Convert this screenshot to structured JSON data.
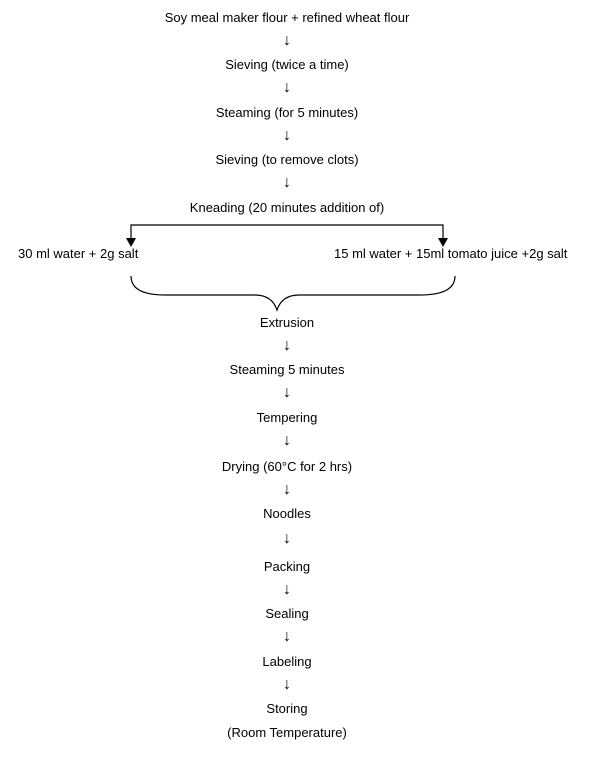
{
  "flowchart": {
    "steps_top": [
      "Soy meal maker flour + refined wheat flour",
      "Sieving (twice a time)",
      "Steaming (for 5 minutes)",
      "Sieving (to remove clots)",
      "Kneading (20 minutes addition of)"
    ],
    "branches": {
      "left": "30 ml water + 2g salt",
      "right": "15 ml water + 15ml tomato juice +2g salt"
    },
    "steps_bottom": [
      "Extrusion",
      "Steaming 5 minutes",
      "Tempering",
      "Drying (60°C for 2 hrs)",
      "Noodles",
      "Packing",
      "Sealing",
      "Labeling",
      "Storing",
      "(Room Temperature)"
    ],
    "arrow_glyph": "↓"
  }
}
